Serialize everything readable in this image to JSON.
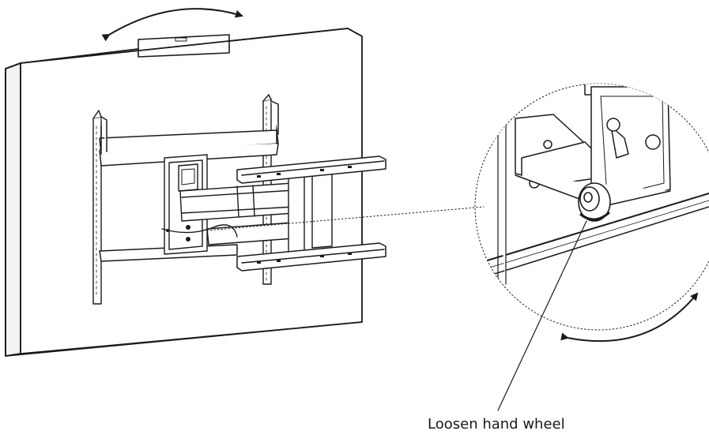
{
  "callout": {
    "text": "Loosen hand wheel"
  },
  "colors": {
    "stroke": "#1a1a1a",
    "fill": "#ffffff",
    "wall_side": "#f2f2f2"
  },
  "parts": {
    "wall": "wall-panel",
    "mount": "articulating-tv-wall-mount",
    "hand_wheel": "tilt-hand-wheel"
  }
}
